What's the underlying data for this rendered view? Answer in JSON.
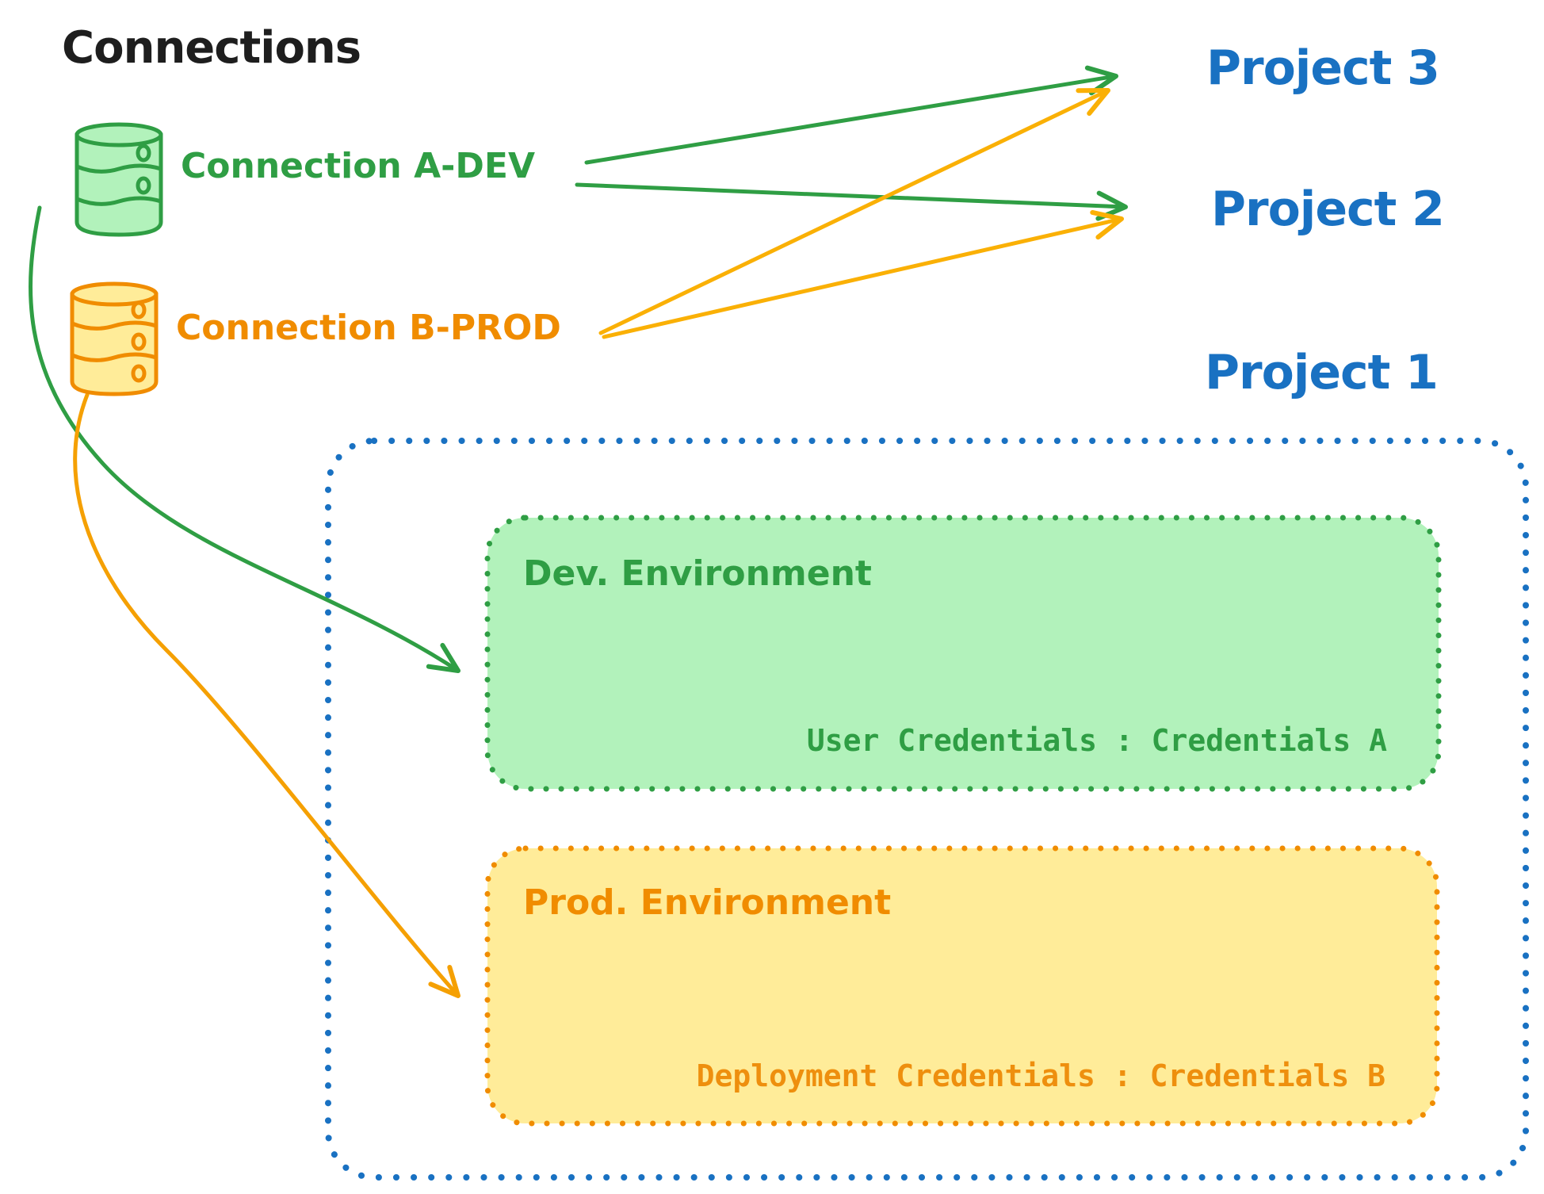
{
  "diagram": {
    "title": "Connections",
    "connections": [
      {
        "id": "a-dev",
        "label": "Connection A-DEV",
        "color": "#2f9e44",
        "icon": "database-icon"
      },
      {
        "id": "b-prod",
        "label": "Connection B-PROD",
        "color": "#f08c00",
        "icon": "database-icon"
      }
    ],
    "projects": [
      {
        "label": "Project 3"
      },
      {
        "label": "Project 2"
      },
      {
        "label": "Project 1"
      }
    ],
    "project1": {
      "environments": [
        {
          "name": "Dev. Environment",
          "credentials": "User Credentials : Credentials A"
        },
        {
          "name": "Prod. Environment",
          "credentials": "Deployment Credentials : Credentials B"
        }
      ]
    },
    "edges": [
      {
        "from": "Connection A-DEV",
        "to": "Project 3",
        "color": "green"
      },
      {
        "from": "Connection A-DEV",
        "to": "Project 2",
        "color": "green"
      },
      {
        "from": "Connection B-PROD",
        "to": "Project 3",
        "color": "yellow"
      },
      {
        "from": "Connection B-PROD",
        "to": "Project 2",
        "color": "yellow"
      },
      {
        "from": "Connection A-DEV",
        "to": "Dev. Environment",
        "color": "green"
      },
      {
        "from": "Connection B-PROD",
        "to": "Prod. Environment",
        "color": "orange"
      }
    ],
    "colors": {
      "black": "#1e1e1e",
      "green": "#2f9e44",
      "green_fill": "#b2f2bb",
      "orange": "#f08c00",
      "orange_fill": "#ffec99",
      "yellow": "#fab005",
      "blue": "#1971c2"
    }
  }
}
